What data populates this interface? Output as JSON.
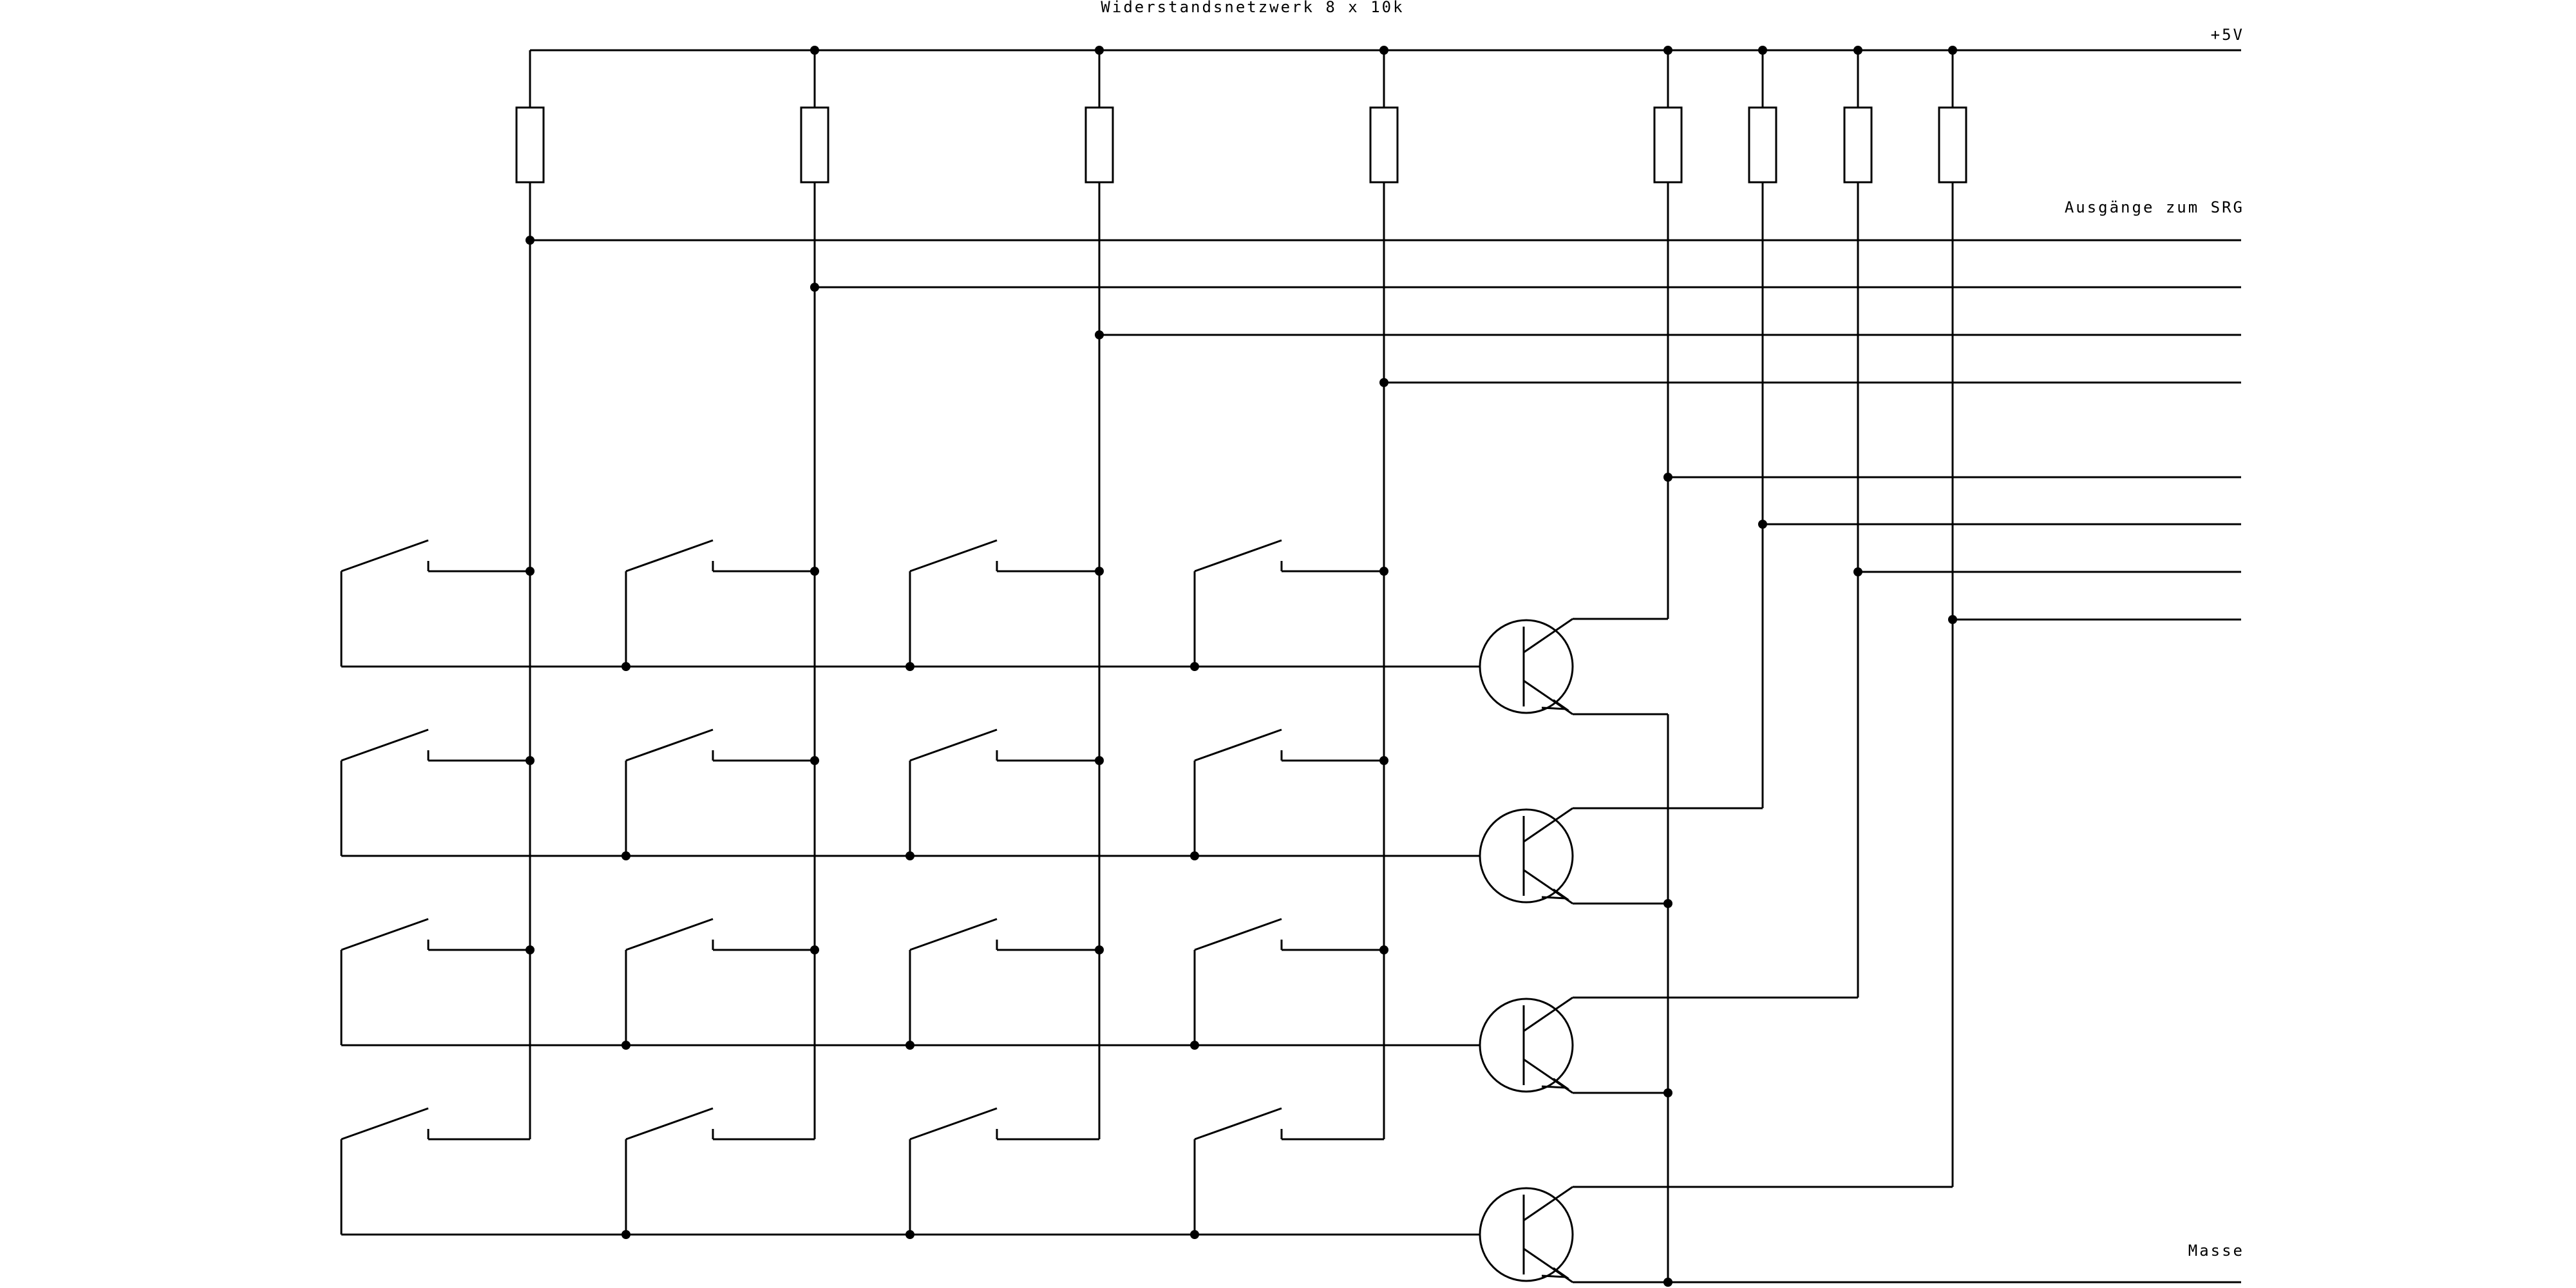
{
  "labels": {
    "resistor_network": "Widerstandsnetzwerk 8 x 10k",
    "supply": "+5V",
    "outputs": "Ausgänge zum SRG",
    "ground": "Masse"
  },
  "components": {
    "resistors": 8,
    "switch_rows": 4,
    "switch_cols": 4,
    "transistors": 4
  }
}
